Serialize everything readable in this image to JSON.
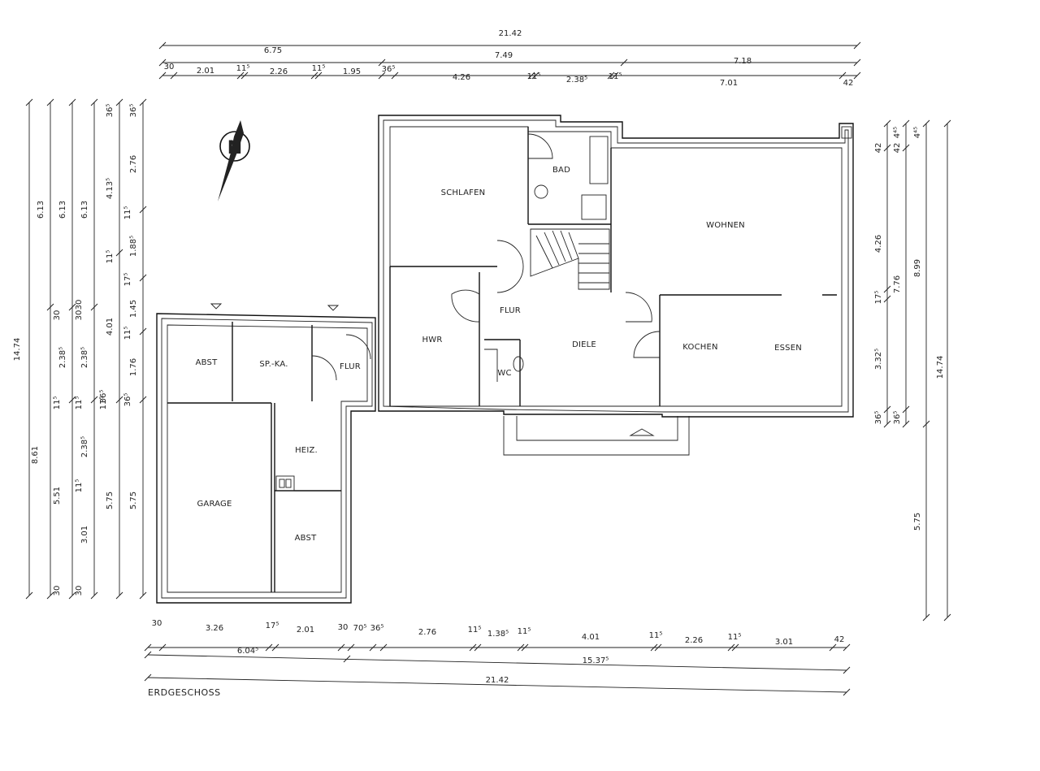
{
  "drawing": {
    "caption": "ERDGESCHOSS",
    "north_label": "N"
  },
  "rooms": {
    "schlafen": "SCHLAFEN",
    "bad": "BAD",
    "wohnen": "WOHNEN",
    "hwr": "HWR",
    "flur1": "FLUR",
    "diele": "DIELE",
    "wc": "WC",
    "kochen": "KOCHEN",
    "essen": "ESSEN",
    "abst1": "ABST",
    "spka": "SP.-KA.",
    "flur2": "FLUR",
    "heiz": "HEIZ.",
    "garage": "GARAGE",
    "abst2": "ABST"
  },
  "top_dims": {
    "total": "21.42",
    "a": "6.75",
    "b": "7.49",
    "c": "7.18",
    "d1": "30",
    "d2": "2.01",
    "d3": "11⁵",
    "d4": "2.26",
    "d5": "11⁵",
    "d6": "1.95",
    "d7": "36⁵",
    "d8": "4.26",
    "d9": "11⁵",
    "d10": "2.38⁵",
    "d11": "11⁵",
    "d12": "7.01",
    "d13": "42"
  },
  "bottom_dims": {
    "b1": "30",
    "b2": "3.26",
    "b3": "17⁵",
    "b4": "2.01",
    "b5": "30",
    "b6": "70⁵",
    "b7": "36⁵",
    "b8": "2.76",
    "b9": "11⁵",
    "b10": "1.38⁵",
    "b11": "11⁵",
    "b12": "4.01",
    "b13": "11⁵",
    "b14": "2.26",
    "b15": "11⁵",
    "b16": "3.01",
    "b17": "42",
    "m1": "6.04⁵",
    "m2": "15.37⁵",
    "total": "21.42"
  },
  "left_dims": {
    "l1": "14.74",
    "l2": "6.13",
    "l3": "6.13",
    "l4": "6.13",
    "l5": "8.61",
    "l6": "5.51",
    "l7": "30",
    "l8": "2.38⁵",
    "l9": "11⁵",
    "l10": "30",
    "l11": "2.38⁵",
    "l12": "11⁵",
    "l13": "2.38⁵",
    "l14": "11⁵",
    "l15": "3.01",
    "l16": "30",
    "l17": "36⁵",
    "l18": "4.13⁵",
    "l19": "11⁵",
    "l20": "4.01",
    "l21": "11⁵",
    "l22": "36⁵",
    "l23": "5.75",
    "l24": "36⁵",
    "l25": "2.76",
    "l26": "11⁵",
    "l27": "1.88⁵",
    "l28": "17⁵",
    "l29": "1.45",
    "l30": "11⁵",
    "l31": "1.76",
    "l32": "36⁵",
    "l33": "5.75",
    "l34": "30",
    "l35": "30"
  },
  "right_dims": {
    "r1": "42",
    "r2": "4.26",
    "r3": "17⁵",
    "r4": "3.32⁵",
    "r5": "36⁵",
    "r6": "4⁴⁵",
    "r7": "42",
    "r8": "7.76",
    "r9": "36⁵",
    "r10": "4⁴⁵",
    "r11": "8.99",
    "r12": "14.74",
    "r13": "5.75"
  }
}
